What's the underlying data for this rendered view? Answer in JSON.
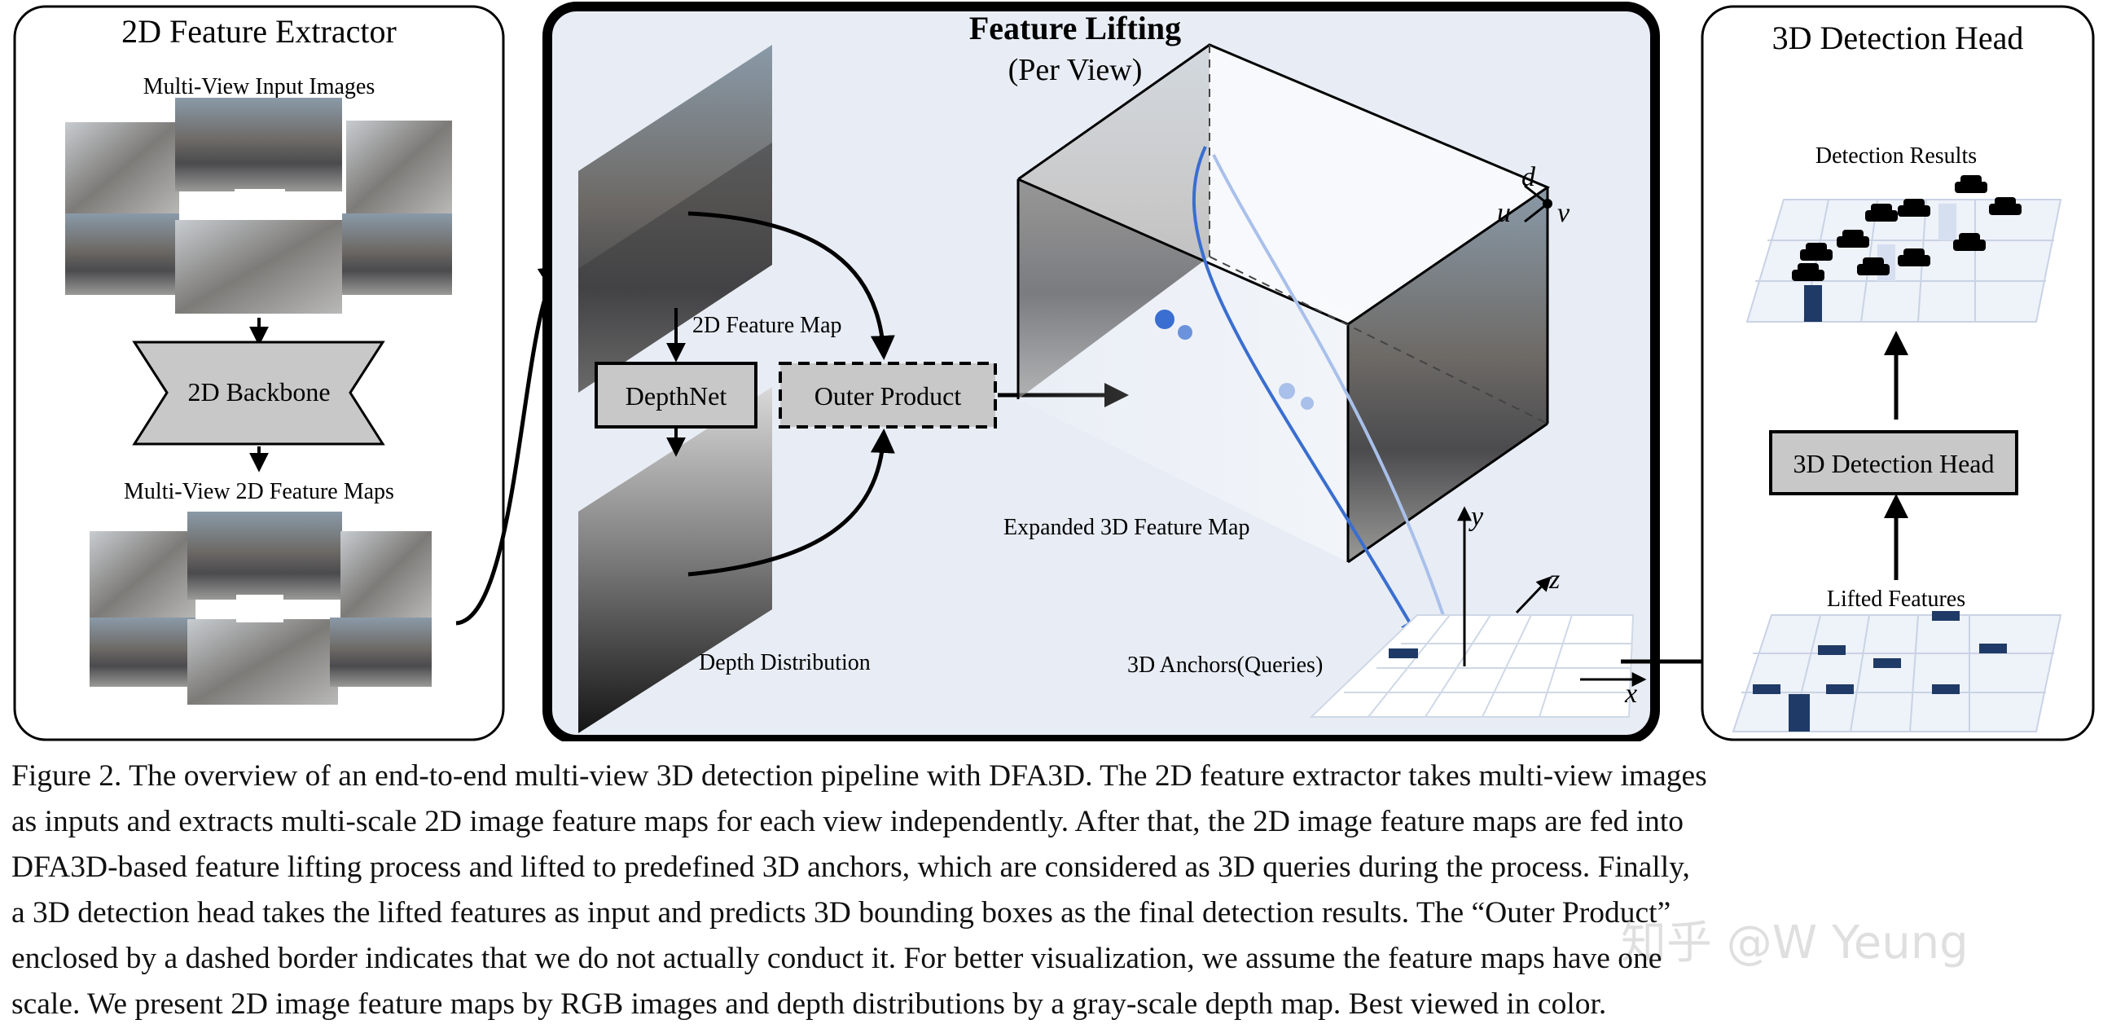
{
  "panels": {
    "extractor": {
      "title": "2D Feature Extractor",
      "input_label": "Multi-View Input Images",
      "backbone": "2D Backbone",
      "feature_maps_label": "Multi-View 2D Feature Maps"
    },
    "lifting": {
      "title": "Feature Lifting",
      "subtitle": "(Per View)",
      "feature_map_label": "2D Feature Map",
      "depthnet": "DepthNet",
      "outer_product": "Outer Product",
      "depth_label": "Depth Distribution",
      "expanded_label": "Expanded 3D Feature Map",
      "anchors_label": "3D Anchors(Queries)",
      "axis_d": "d",
      "axis_u": "u",
      "axis_v": "v",
      "axis_x": "x",
      "axis_y": "y",
      "axis_z": "z"
    },
    "head": {
      "title": "3D Detection Head",
      "results_label": "Detection Results",
      "head_box": "3D Detection Head",
      "lifted_label": "Lifted Features"
    }
  },
  "caption": {
    "lines": [
      "Figure 2. The overview of an end-to-end multi-view 3D detection pipeline with DFA3D. The 2D feature extractor takes multi-view images",
      "as inputs and extracts multi-scale 2D image feature maps for each view independently. After that, the 2D image feature maps are fed into",
      "DFA3D-based feature lifting process and lifted to predefined 3D anchors, which are considered as 3D queries during the process. Finally,",
      "a 3D detection head takes the lifted features as input and predicts 3D bounding boxes as the final detection results. The “Outer Product”",
      "enclosed by a dashed border indicates that we do not actually conduct it. For better visualization, we assume the feature maps have one",
      "scale. We present 2D image feature maps by RGB images and depth distributions by a gray-scale depth map. Best viewed in color."
    ]
  },
  "watermark": "知乎 @W Yeung",
  "colors": {
    "panel_bg": "#e8edf5",
    "box_gray": "#c8c8c8",
    "dark_blue": "#1f3a66",
    "arrow_blue": "#3a6ed0"
  }
}
